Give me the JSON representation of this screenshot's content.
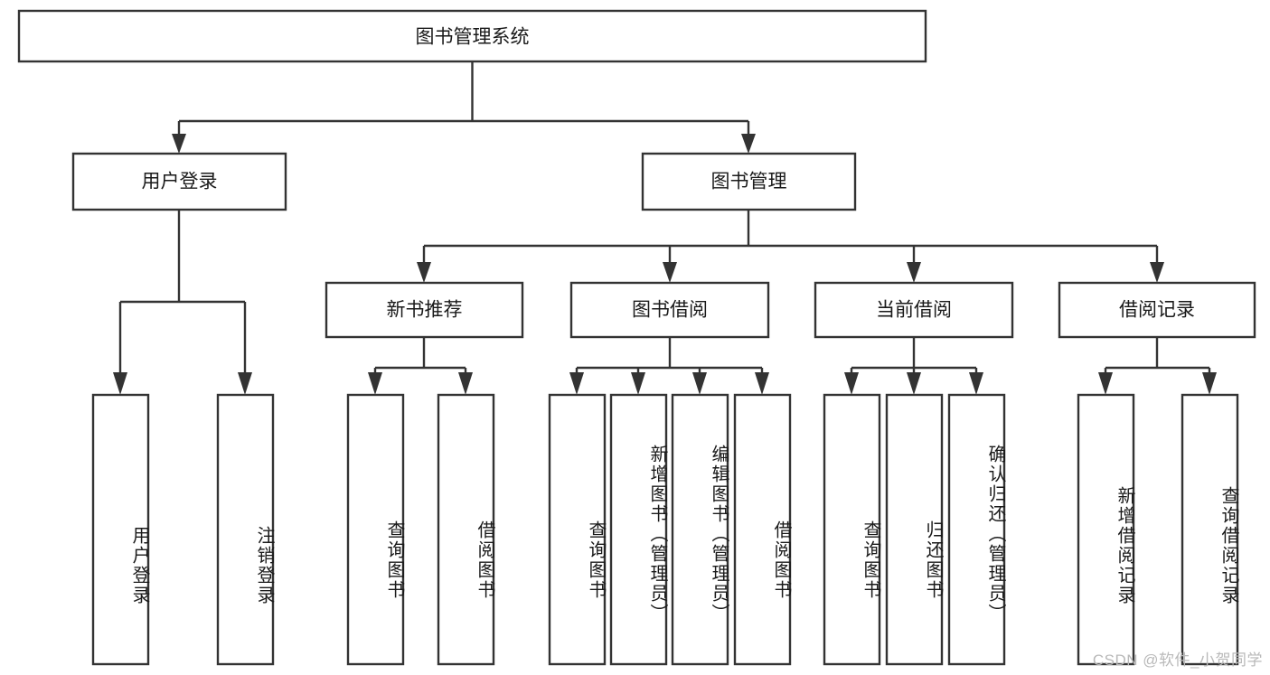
{
  "diagram": {
    "title": "图书管理系统",
    "type": "tree-hierarchy",
    "orientation": "top-down",
    "colors": {
      "stroke": "#333333",
      "box_fill": "#ffffff",
      "text": "#1a1a1a",
      "background": "#ffffff",
      "watermark": "#b9b9b9"
    },
    "root": {
      "label": "图书管理系统"
    },
    "level2": [
      {
        "label": "用户登录"
      },
      {
        "label": "图书管理"
      }
    ],
    "level3": [
      {
        "label": "新书推荐"
      },
      {
        "label": "图书借阅"
      },
      {
        "label": "当前借阅"
      },
      {
        "label": "借阅记录"
      }
    ],
    "leaves": {
      "user_login": [
        {
          "label": "用户登录"
        },
        {
          "label": "注销登录"
        }
      ],
      "new_book": [
        {
          "label": "查询图书"
        },
        {
          "label": "借阅图书"
        }
      ],
      "book_borrow": [
        {
          "label": "查询图书"
        },
        {
          "label": "新增图书（管理员）"
        },
        {
          "label": "编辑图书（管理员）"
        },
        {
          "label": "借阅图书"
        }
      ],
      "current_borrow": [
        {
          "label": "查询图书"
        },
        {
          "label": "归还图书"
        },
        {
          "label": "确认归还（管理员）"
        }
      ],
      "borrow_record": [
        {
          "label": "新增借阅记录"
        },
        {
          "label": "查询借阅记录"
        }
      ]
    },
    "watermark": "CSDN @软件_小贺同学"
  }
}
